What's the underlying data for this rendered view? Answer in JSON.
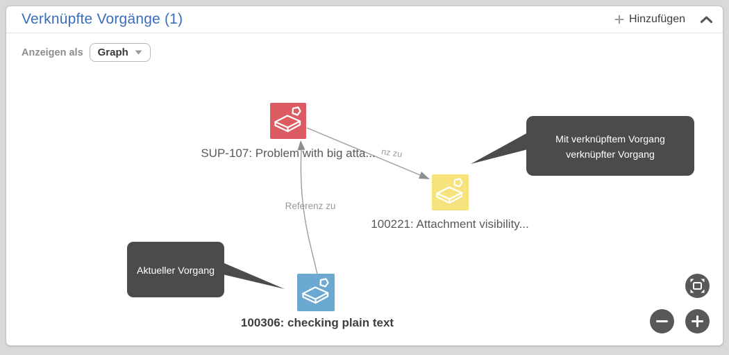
{
  "panel": {
    "title": "Verknüpfte Vorgänge (1)",
    "header": {
      "add_button_label": "Hinzufügen",
      "add_icon": "plus",
      "collapse_icon": "chevron-up"
    },
    "toolbar": {
      "show_as_label": "Anzeigen als",
      "view_dropdown": {
        "value": "Graph",
        "icon": "caret-down"
      }
    }
  },
  "graph": {
    "nodes": [
      {
        "key": "SUP-107",
        "label": "SUP-107: Problem with big atta...",
        "color": "#dc5b62",
        "icon": "issue-type-icon"
      },
      {
        "key": "100221",
        "label": "100221: Attachment visibility...",
        "color": "#f6e37d",
        "icon": "issue-type-icon"
      },
      {
        "key": "100306",
        "label": "100306: checking plain text",
        "color": "#6ca9d1",
        "icon": "issue-type-icon",
        "current": true
      }
    ],
    "edges": [
      {
        "from": "SUP-107",
        "to": "100221",
        "label": "Referenz zu",
        "visible_label_fragment": "nz zu"
      },
      {
        "from": "100306",
        "to": "SUP-107",
        "label": "Referenz zu"
      }
    ],
    "callouts": [
      {
        "target": "100221",
        "line1": "Mit verknüpftem Vorgang",
        "line2": "verknüpfter Vorgang"
      },
      {
        "target": "100306",
        "line1": "Aktueller Vorgang"
      }
    ],
    "controls": {
      "fit": "fit-to-view",
      "zoom_out": "minus",
      "zoom_in": "plus"
    }
  },
  "colors": {
    "page_bg": "#d9d9d9",
    "panel_bg": "#ffffff",
    "title": "#3a6db8",
    "edge": "#9b9b9b",
    "node_red": "#dc5b62",
    "node_yellow": "#f6e37d",
    "node_blue": "#6ca9d1",
    "callout_bg": "#4b4b4b",
    "control_bg": "#585858"
  }
}
